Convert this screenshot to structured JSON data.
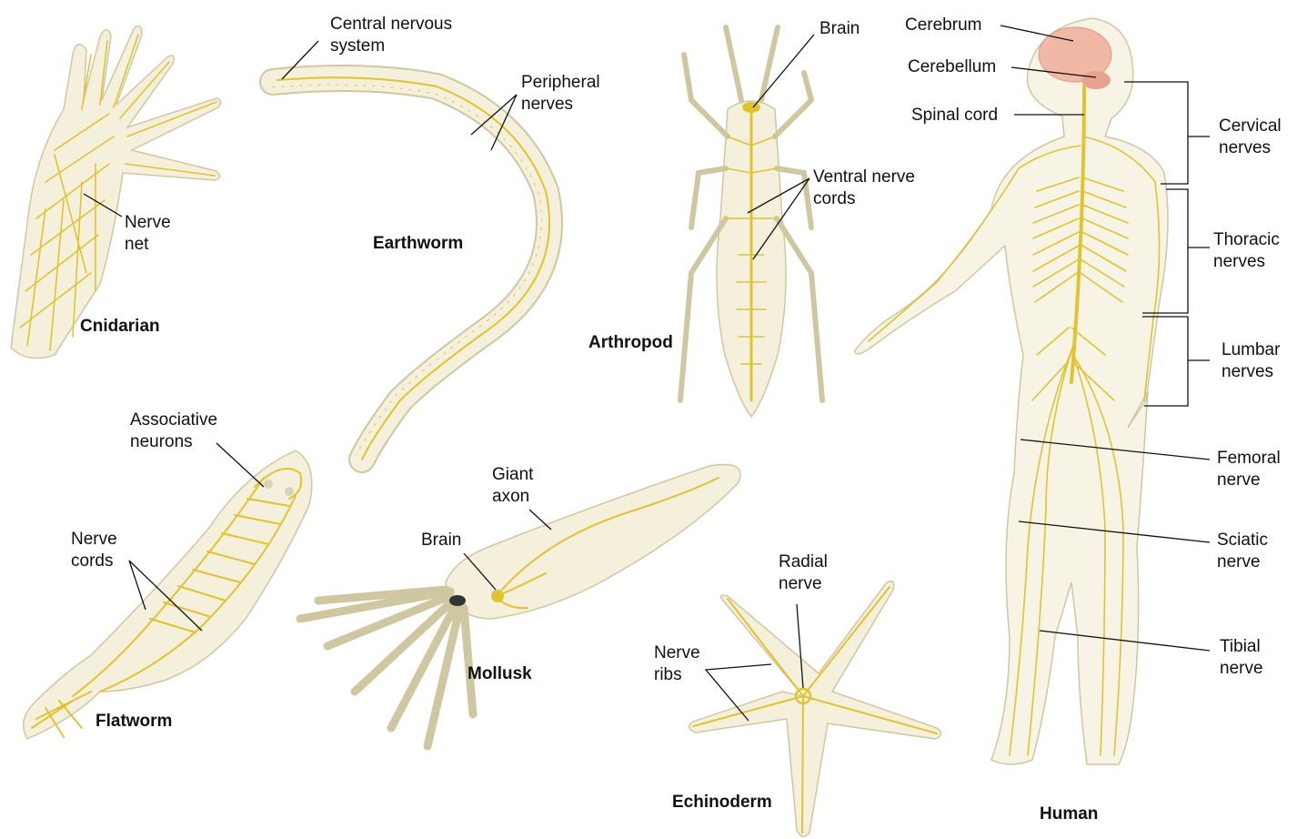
{
  "colors": {
    "nerve": "#e0c331",
    "body": "#f4f0dc",
    "outline": "#cfc7a2",
    "brain": "#f2b8a6",
    "text": "#111111"
  },
  "labels": {
    "cnidarian": {
      "title": "Cnidarian",
      "nerve_net_1": "Nerve",
      "nerve_net_2": "net"
    },
    "earthworm": {
      "title": "Earthworm",
      "cns_1": "Central nervous",
      "cns_2": "system",
      "peripheral_1": "Peripheral",
      "peripheral_2": "nerves"
    },
    "arthropod": {
      "title": "Arthropod",
      "brain": "Brain",
      "ventral_1": "Ventral nerve",
      "ventral_2": "cords"
    },
    "flatworm": {
      "title": "Flatworm",
      "assoc_1": "Associative",
      "assoc_2": "neurons",
      "cords_1": "Nerve",
      "cords_2": "cords"
    },
    "mollusk": {
      "title": "Mollusk",
      "brain": "Brain",
      "axon_1": "Giant",
      "axon_2": "axon"
    },
    "echinoderm": {
      "title": "Echinoderm",
      "radial_1": "Radial",
      "radial_2": "nerve",
      "ribs_1": "Nerve",
      "ribs_2": "ribs"
    },
    "human": {
      "title": "Human",
      "cerebrum": "Cerebrum",
      "cerebellum": "Cerebellum",
      "spinal_cord": "Spinal cord",
      "cervical_1": "Cervical",
      "cervical_2": "nerves",
      "thoracic_1": "Thoracic",
      "thoracic_2": "nerves",
      "lumbar_1": "Lumbar",
      "lumbar_2": "nerves",
      "femoral_1": "Femoral",
      "femoral_2": "nerve",
      "sciatic_1": "Sciatic",
      "sciatic_2": "nerve",
      "tibial_1": "Tibial",
      "tibial_2": "nerve"
    }
  }
}
